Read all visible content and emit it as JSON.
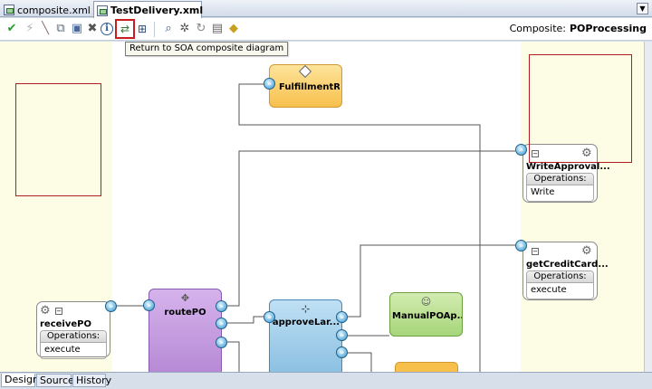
{
  "tabs": [
    {
      "label": "composite.xml",
      "active": false
    },
    {
      "label": "TestDelivery.xml",
      "active": true
    }
  ],
  "toolbar": {
    "icons": [
      "validate-icon",
      "bolt-icon",
      "wand-icon",
      "copy-icon",
      "paste-icon",
      "delete-icon",
      "info-icon",
      "return-to-composite-icon",
      "open-composite-icon",
      "zoom-icon",
      "settings-icon",
      "refresh-icon",
      "print-icon",
      "deploy-icon"
    ],
    "tooltip": "Return to SOA composite diagram",
    "composite_label": "Composite:",
    "composite_name": "POProcessing"
  },
  "diagram": {
    "components": {
      "fulfillment": "FulfillmentRu...",
      "routepo": "routePO",
      "approve": "approveLar...",
      "manualpo": "ManualPOAp..."
    },
    "services": {
      "receivepo": {
        "name": "receivePO",
        "ops_header": "Operations:",
        "op": "execute"
      }
    },
    "references": {
      "writeapproval": {
        "name": "WriteApproval...",
        "ops_header": "Operations:",
        "op": "Write"
      },
      "getcreditcard": {
        "name": "getCreditCard...",
        "ops_header": "Operations:",
        "op": "execute"
      }
    },
    "colors": {
      "lane": "#fdfde6",
      "selection": "#b02020",
      "mediator": "#b487d4",
      "bpel": "#86bde0",
      "human_task": "#a6d57a",
      "business_rule": "#f7c04d"
    }
  },
  "bottom_tabs": [
    "Design",
    "Source",
    "History"
  ]
}
